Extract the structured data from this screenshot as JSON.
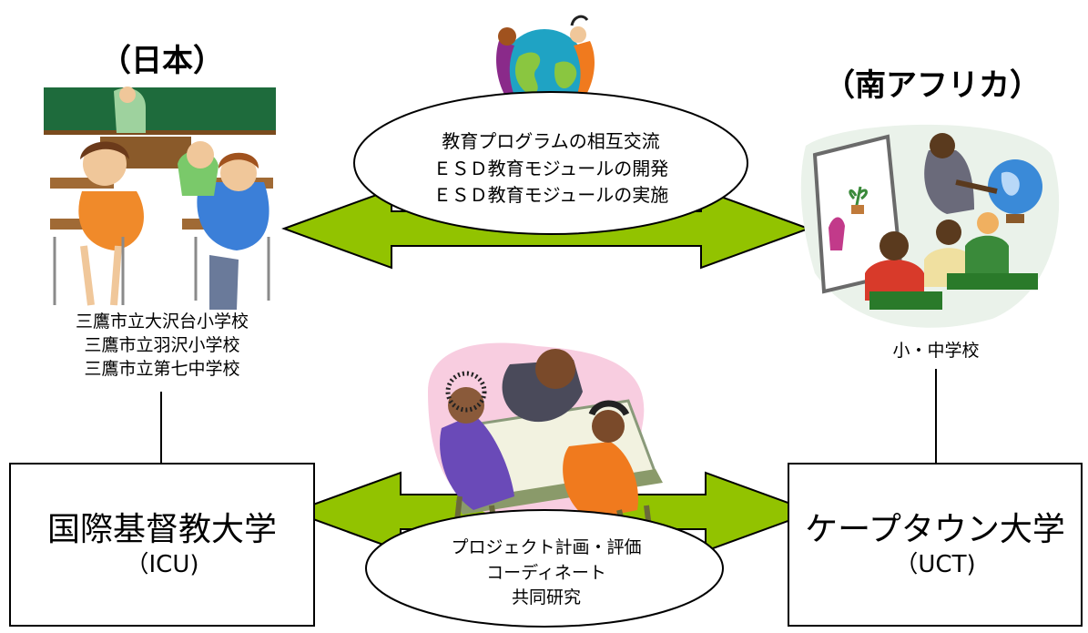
{
  "japan": {
    "country_label": "（日本）",
    "schools": [
      "三鷹市立大沢台小学校",
      "三鷹市立羽沢小学校",
      "三鷹市立第七中学校"
    ],
    "university": {
      "name": "国際基督教大学",
      "abbr": "（ICU)"
    }
  },
  "south_africa": {
    "country_label": "（南アフリカ）",
    "schools": [
      "小・中学校"
    ],
    "university": {
      "name": "ケープタウン大学",
      "abbr": "（UCT)"
    }
  },
  "school_exchange": {
    "items": [
      "教育プログラムの相互交流",
      "ＥＳＤ教育モジュールの開発",
      "ＥＳＤ教育モジュールの実施"
    ]
  },
  "university_exchange": {
    "items": [
      "プロジェクト計画・評価",
      "コーディネート",
      "共同研究"
    ]
  },
  "colors": {
    "arrow_fill": "#92c300",
    "arrow_stroke": "#000000",
    "box_border": "#000000"
  }
}
